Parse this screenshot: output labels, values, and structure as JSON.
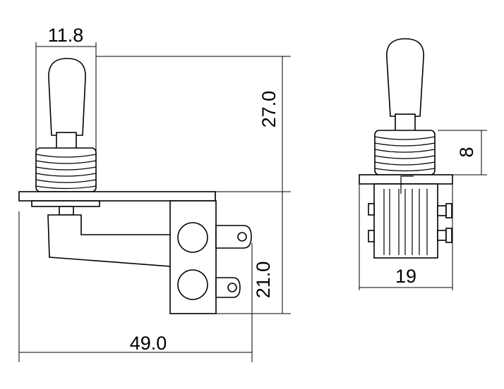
{
  "dimensions": {
    "thread_width": "11.8",
    "total_height": "27.0",
    "lower_height": "21.0",
    "total_width": "49.0",
    "thread_length": "8",
    "side_width": "19"
  }
}
